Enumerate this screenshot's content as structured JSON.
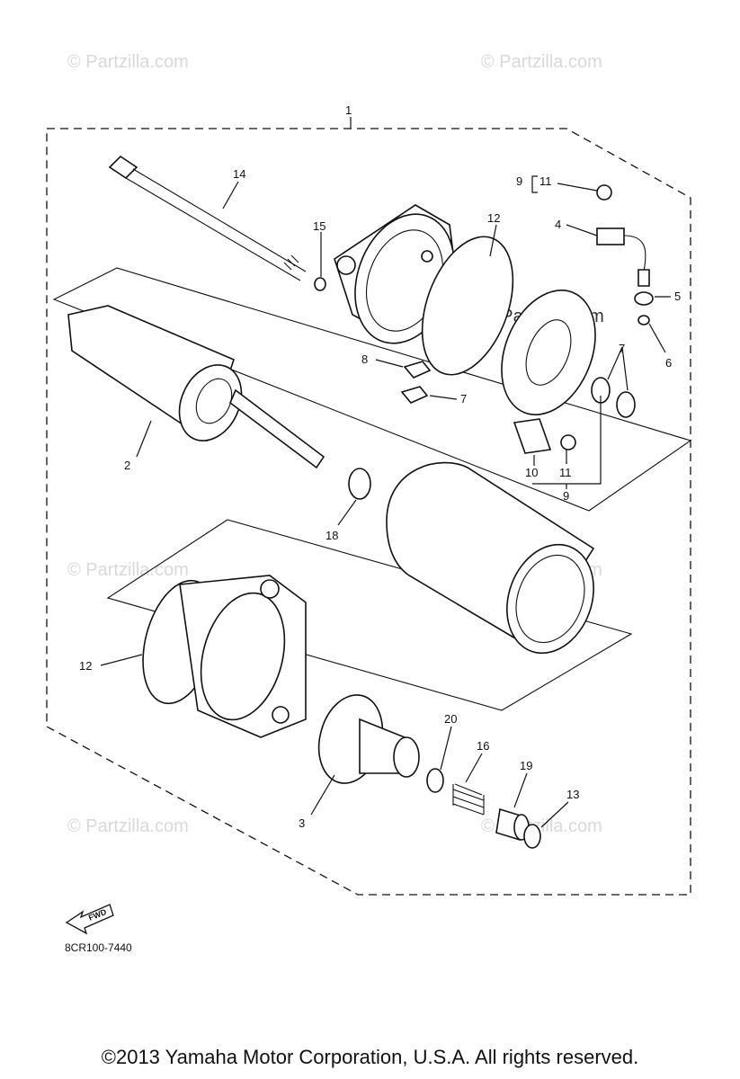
{
  "watermark": "© Partzilla.com",
  "diagram_code": "8CR100-7440",
  "copyright": "©2013 Yamaha Motor Corporation, U.S.A. All rights reserved.",
  "fwd_label": "FWD",
  "callouts": {
    "c1": "1",
    "c2": "2",
    "c3": "3",
    "c4": "4",
    "c5": "5",
    "c6": "6",
    "c7a": "7",
    "c7b": "7",
    "c8": "8",
    "c9a": "9",
    "c9b": "9",
    "c10": "10",
    "c11a": "11",
    "c11b": "11",
    "c12a": "12",
    "c12b": "12",
    "c13": "13",
    "c14": "14",
    "c15": "15",
    "c16": "16",
    "c18": "18",
    "c19": "19",
    "c20": "20"
  }
}
